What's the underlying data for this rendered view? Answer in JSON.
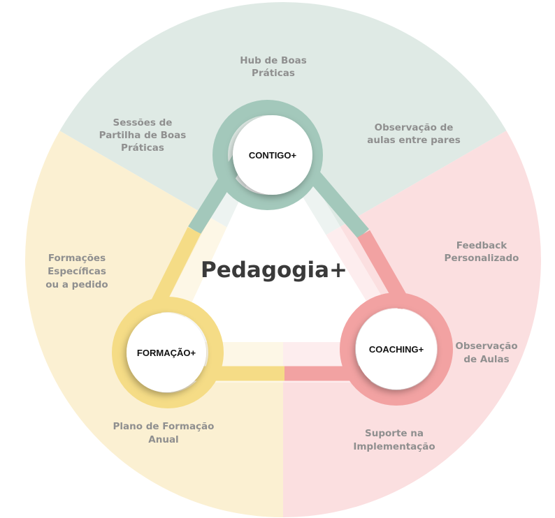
{
  "title": "Pedagogia+",
  "colors": {
    "green_bg": "#dfeae5",
    "yellow_bg": "#fbf0d2",
    "pink_bg": "#fbdfe0",
    "green": "#a3c8bb",
    "yellow": "#f5dc86",
    "pink": "#f2a2a2",
    "label": "#8f8f8f"
  },
  "nodes": {
    "contigo": "CONTIGO+",
    "formacao": "FORMAÇÃO+",
    "coaching": "COACHING+"
  },
  "labels": {
    "hub": [
      "Hub de Boas",
      "Práticas"
    ],
    "sessoes": [
      "Sessões de",
      "Partilha de Boas",
      "Práticas"
    ],
    "observacao_pares": [
      "Observação de",
      "aulas entre pares"
    ],
    "formacoes": [
      "Formações",
      "Específicas",
      "ou a pedido"
    ],
    "feedback": [
      "Feedback",
      "Personalizado"
    ],
    "observacao_aulas": [
      "Observação",
      "de Aulas"
    ],
    "plano": [
      "Plano de Formação",
      "Anual"
    ],
    "suporte": [
      "Suporte na",
      "Implementação"
    ]
  }
}
